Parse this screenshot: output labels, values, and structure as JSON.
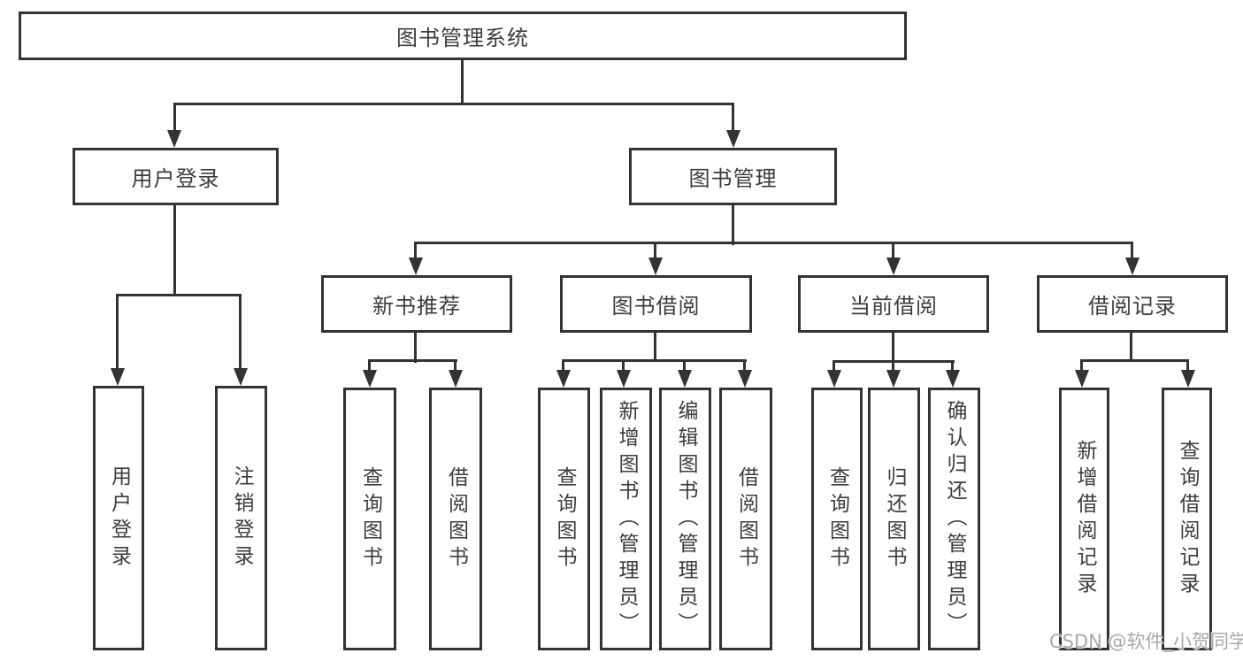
{
  "watermark": "CSDN @软件_小贺同学",
  "colors": {
    "line": "#333333",
    "text": "#3c3c3c",
    "watermark": "#a8a8a8",
    "background": "#ffffff"
  },
  "tree": {
    "root": {
      "label": "图书管理系统",
      "children": [
        {
          "label": "用户登录",
          "children": [
            {
              "label": "用户登录"
            },
            {
              "label": "注销登录"
            }
          ]
        },
        {
          "label": "图书管理",
          "children": [
            {
              "label": "新书推荐",
              "children": [
                {
                  "label": "查询图书"
                },
                {
                  "label": "借阅图书"
                }
              ]
            },
            {
              "label": "图书借阅",
              "children": [
                {
                  "label": "查询图书"
                },
                {
                  "label": "新增图书（管理员）"
                },
                {
                  "label": "编辑图书（管理员）"
                },
                {
                  "label": "借阅图书"
                }
              ]
            },
            {
              "label": "当前借阅",
              "children": [
                {
                  "label": "查询图书"
                },
                {
                  "label": "归还图书"
                },
                {
                  "label": "确认归还（管理员）"
                }
              ]
            },
            {
              "label": "借阅记录",
              "children": [
                {
                  "label": "新增借阅记录"
                },
                {
                  "label": "查询借阅记录"
                }
              ]
            }
          ]
        }
      ]
    }
  }
}
